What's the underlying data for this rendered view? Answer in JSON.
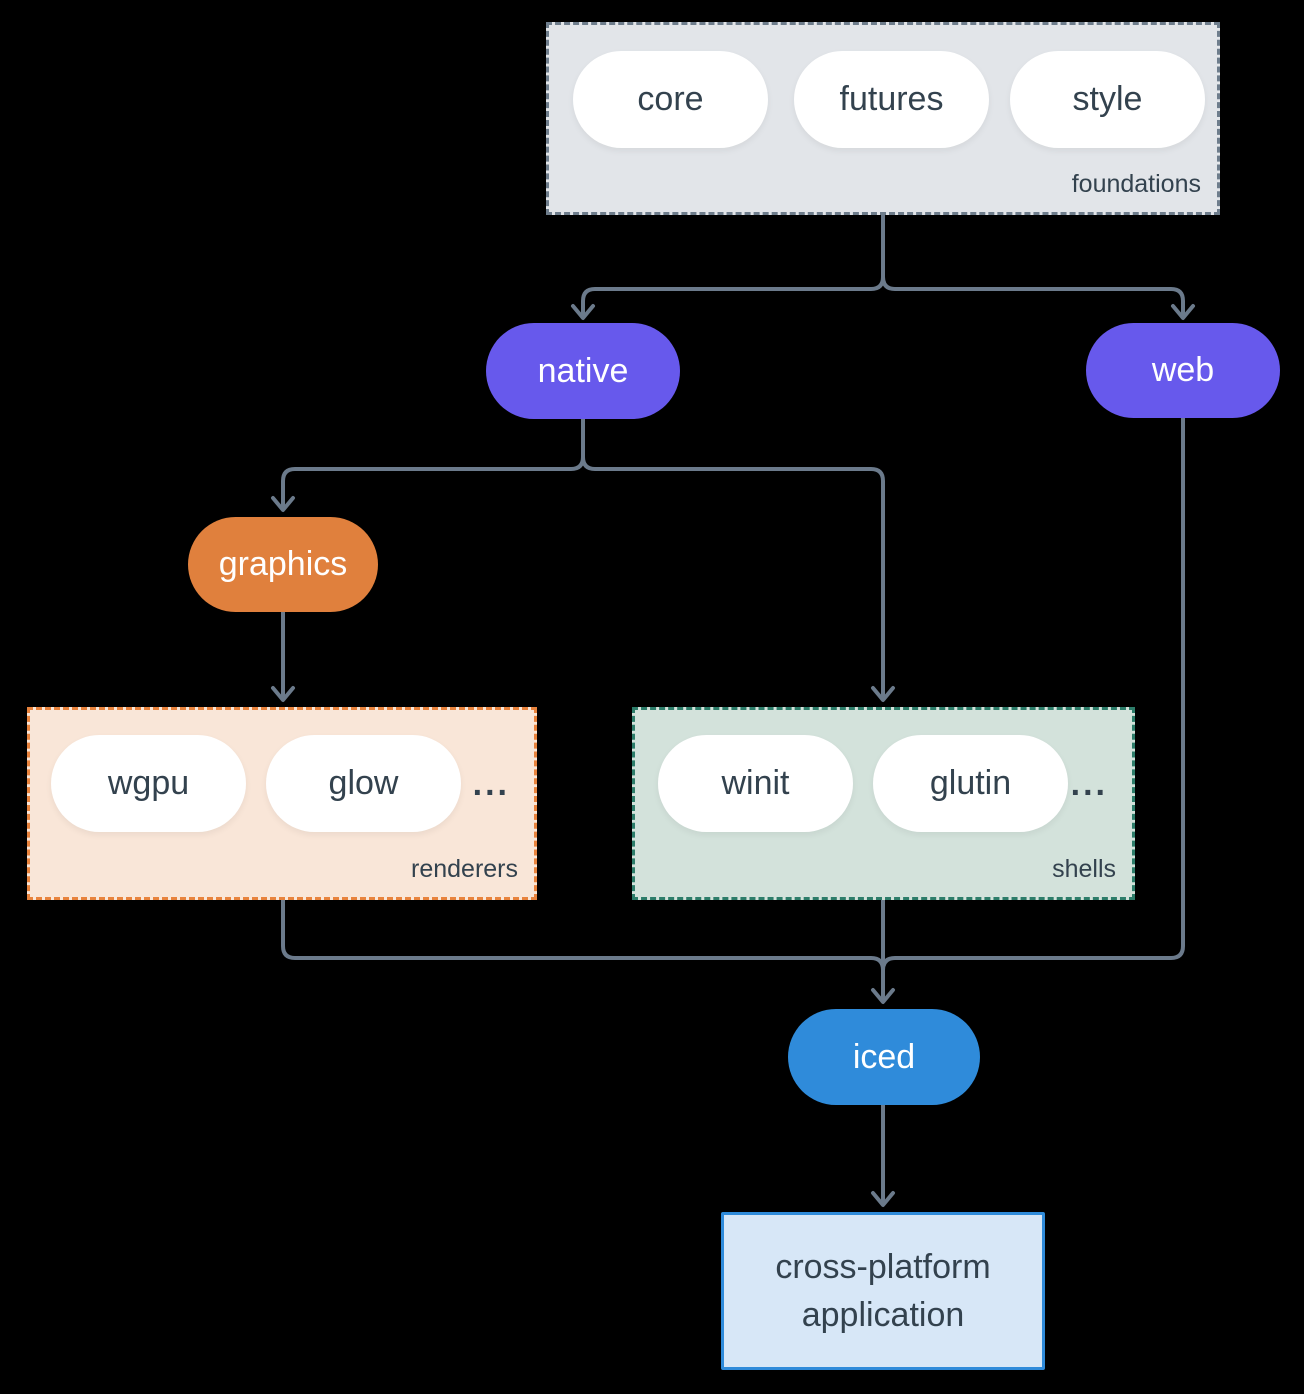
{
  "colors": {
    "background": "#000000",
    "arrow": "#6b7a8b",
    "foundations_fill": "#e2e5e9",
    "foundations_border": "#6e7d8c",
    "renderers_fill": "#f9e6d8",
    "renderers_border": "#e8833d",
    "shells_fill": "#d3e2db",
    "shells_border": "#2d7d6a",
    "purple": "#6759ec",
    "orange": "#e0803d",
    "blue": "#2f8bda",
    "app_fill": "#d7e7f7",
    "app_border": "#2f8bda",
    "text_dark": "#33424e"
  },
  "groups": {
    "foundations": {
      "label": "foundations",
      "pills": [
        "core",
        "futures",
        "style"
      ]
    },
    "renderers": {
      "label": "renderers",
      "pills": [
        "wgpu",
        "glow"
      ],
      "ellipsis": "..."
    },
    "shells": {
      "label": "shells",
      "pills": [
        "winit",
        "glutin"
      ],
      "ellipsis": "..."
    }
  },
  "nodes": {
    "native": "native",
    "web": "web",
    "graphics": "graphics",
    "iced": "iced",
    "app": {
      "line1": "cross-platform",
      "line2": "application"
    }
  }
}
